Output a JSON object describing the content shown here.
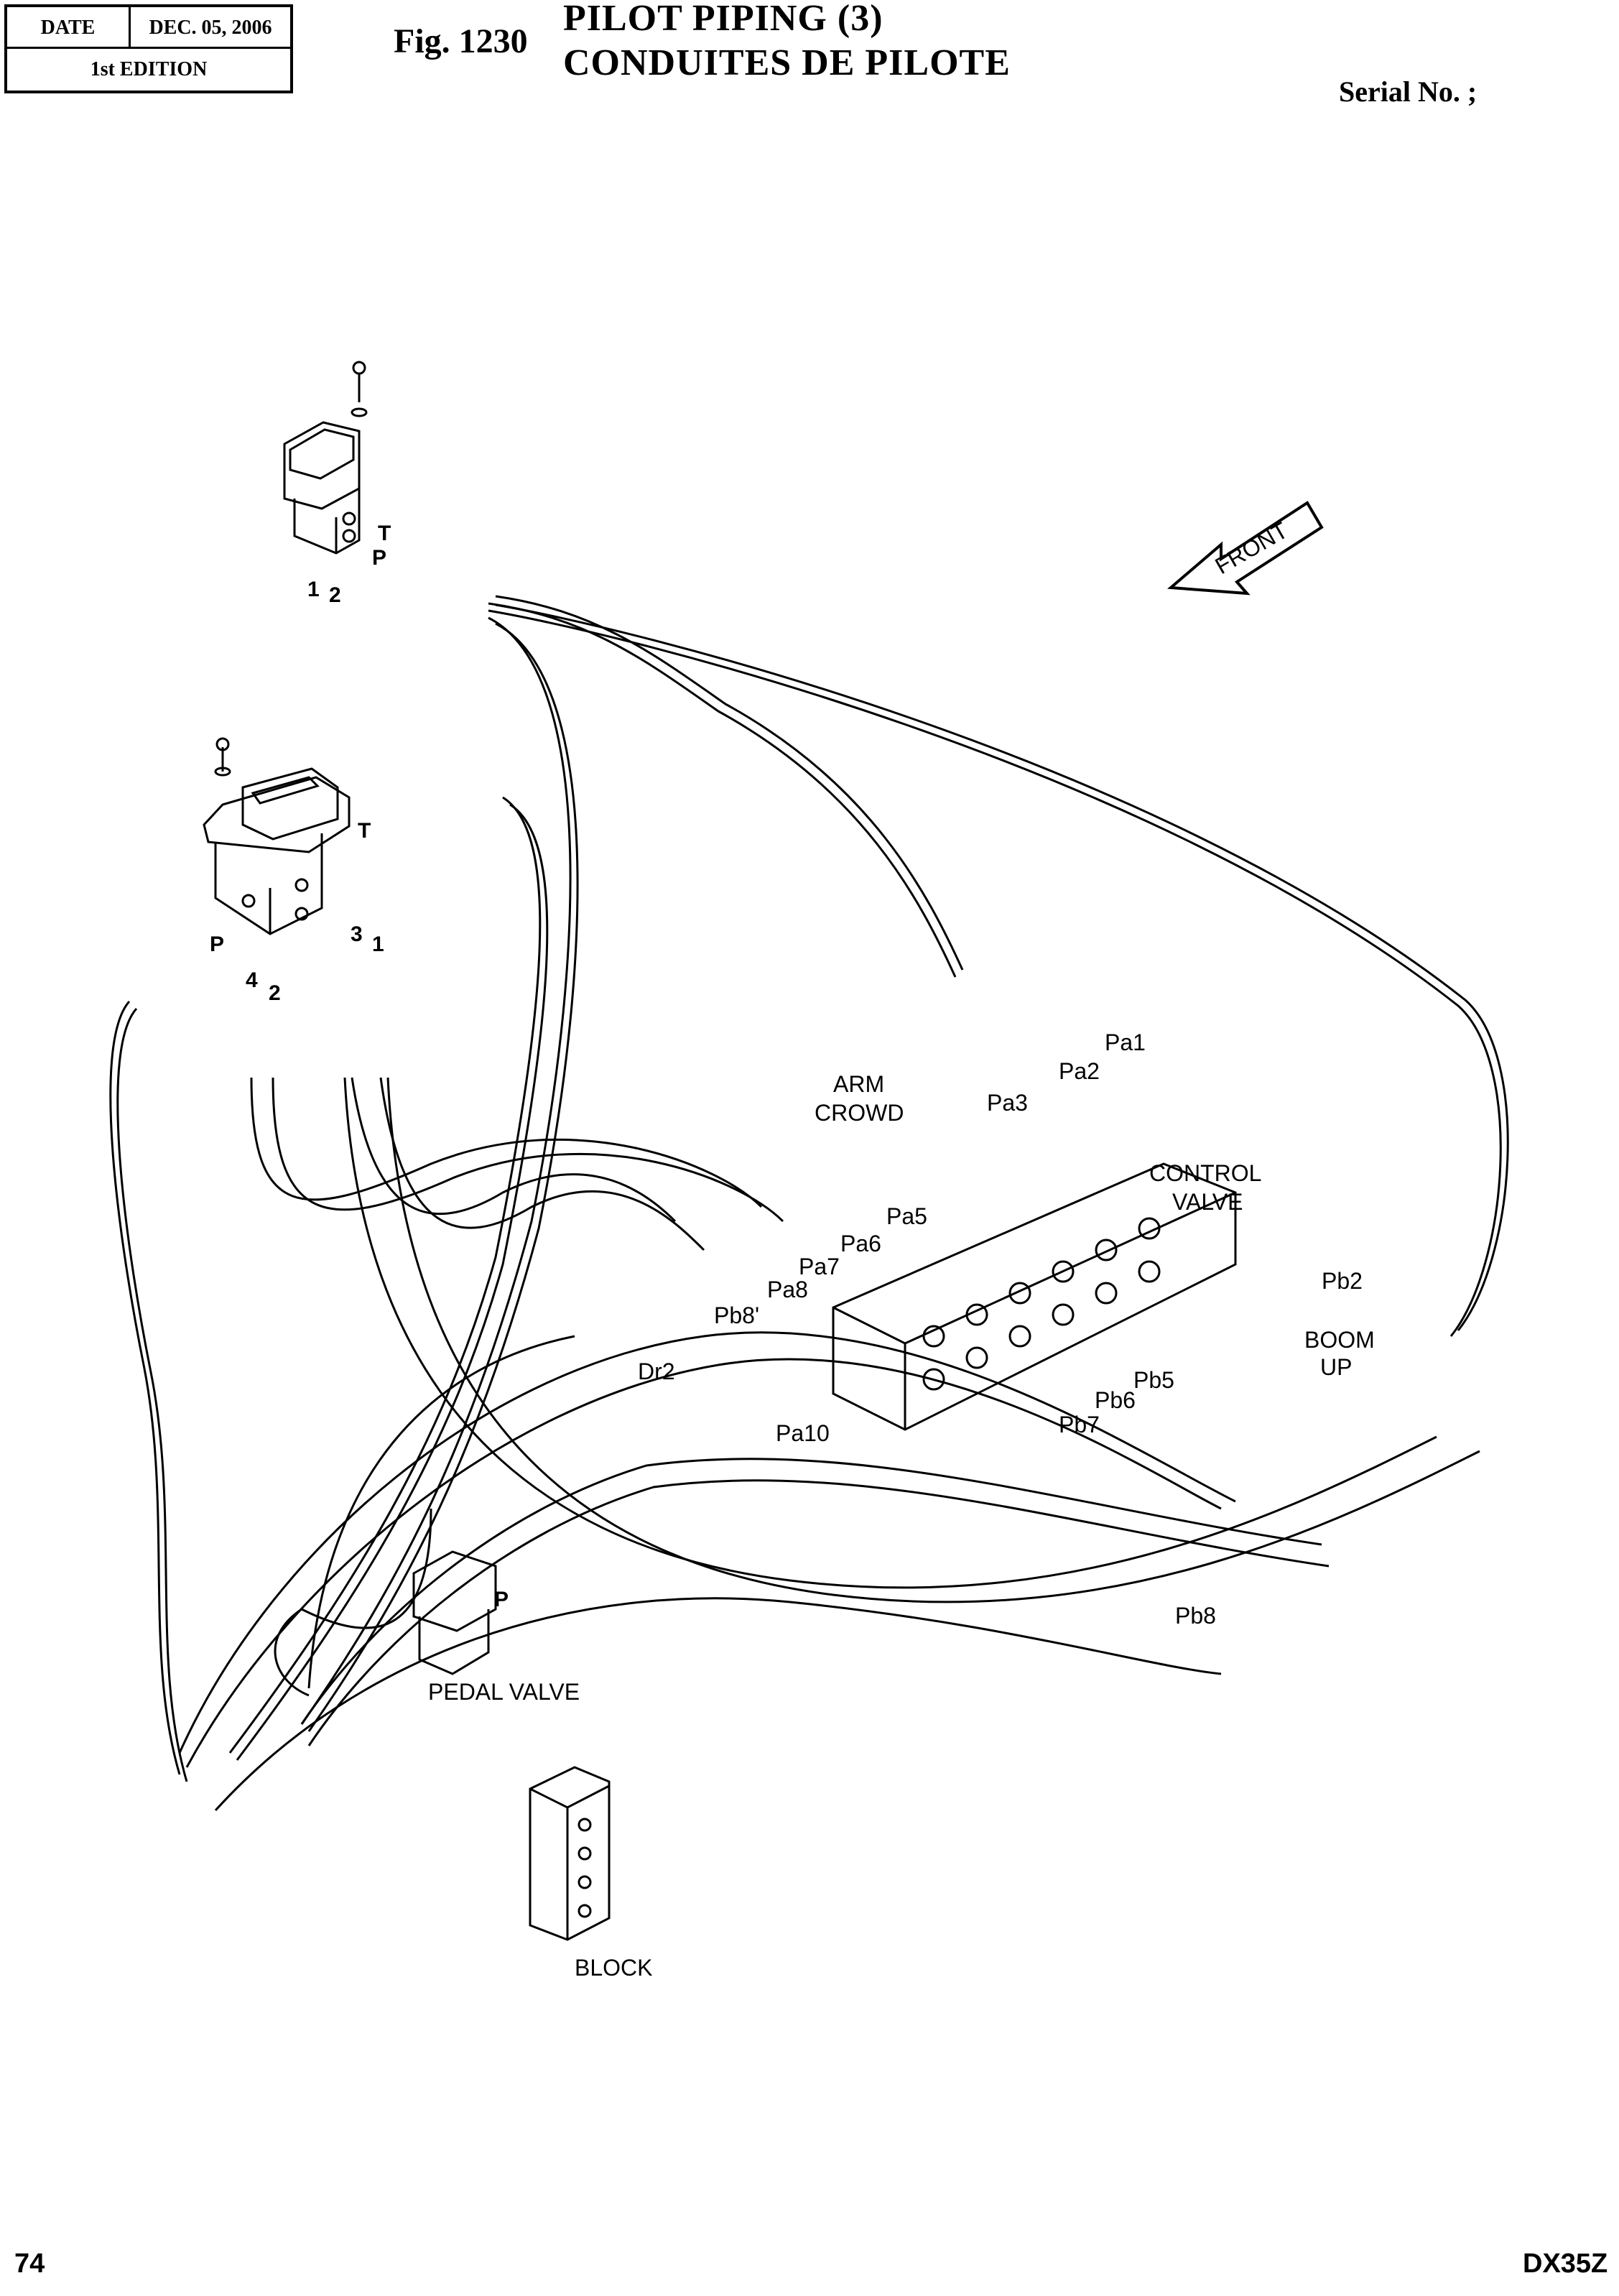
{
  "header": {
    "date_label": "DATE",
    "date_value": "DEC. 05, 2006",
    "edition": "1st EDITION",
    "fig_number": "Fig. 1230",
    "title_en": "PILOT PIPING (3)",
    "title_fr": "CONDUITES DE PILOTE",
    "serial": "Serial No. ;"
  },
  "footer": {
    "page": "74",
    "model": "DX35Z"
  },
  "labels": {
    "front": "FRONT",
    "port_t_top": "T",
    "port_p_top": "P",
    "port_1_top": "1",
    "port_2_top": "2",
    "port_t_left": "T",
    "port_p_left": "P",
    "port_3": "3",
    "port_1_left": "1",
    "port_4": "4",
    "port_2_left": "2",
    "arm_crowd_1": "ARM",
    "arm_crowd_2": "CROWD",
    "pa1": "Pa1",
    "pa2": "Pa2",
    "pa3": "Pa3",
    "pa5": "Pa5",
    "pa6": "Pa6",
    "pa7": "Pa7",
    "pa8": "Pa8",
    "pb8p": "Pb8'",
    "dr2": "Dr2",
    "pa10": "Pa10",
    "control_valve_1": "CONTROL",
    "control_valve_2": "VALVE",
    "pb2": "Pb2",
    "boom_up_1": "BOOM",
    "boom_up_2": "UP",
    "pb5": "Pb5",
    "pb6": "Pb6",
    "pb7": "Pb7",
    "pb8": "Pb8",
    "port_p_pedal": "P",
    "pedal_valve": "PEDAL VALVE",
    "block": "BLOCK"
  }
}
